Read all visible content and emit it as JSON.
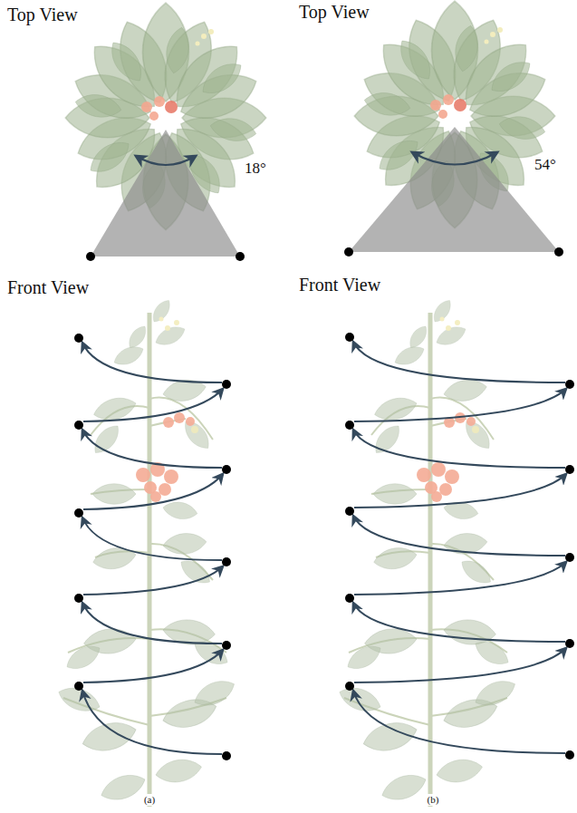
{
  "diagram": {
    "labels": [
      "Top View",
      "18°",
      "Front View",
      "(a)",
      "Top View",
      "54°",
      "Front View",
      "(b)"
    ]
  }
}
